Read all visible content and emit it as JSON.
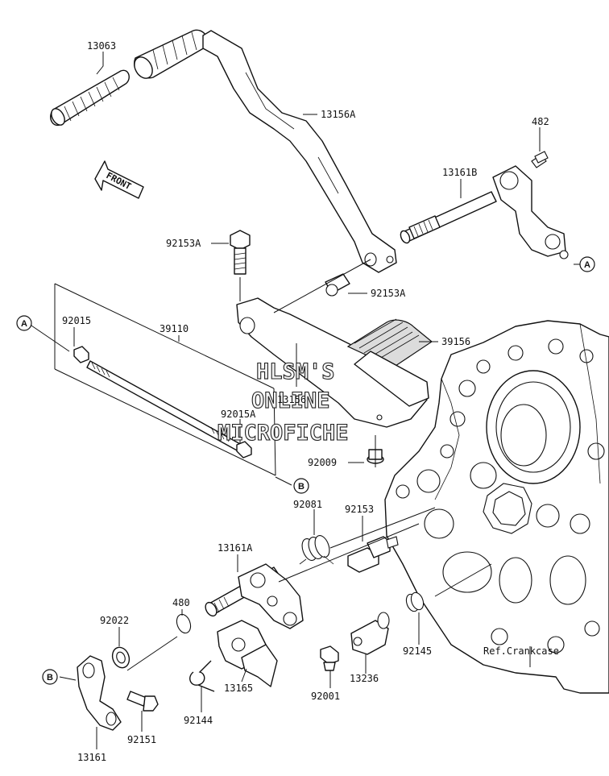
{
  "diagram": {
    "labels": {
      "p13063": "13063",
      "p13156A": "13156A",
      "p482": "482",
      "p13161B": "13161B",
      "p92153A_top": "92153A",
      "p92153A_mid": "92153A",
      "p92015": "92015",
      "p39110": "39110",
      "p39156": "39156",
      "p13156": "13156",
      "p92015A": "92015A",
      "p92009": "92009",
      "p92081": "92081",
      "p92153": "92153",
      "p13161A": "13161A",
      "p480": "480",
      "p92022": "92022",
      "p13165": "13165",
      "p92001": "92001",
      "p13236": "13236",
      "p92145": "92145",
      "p92144": "92144",
      "p92151": "92151",
      "p13161": "13161",
      "ref_crankcase": "Ref.Crankcase"
    },
    "markers": {
      "a_left": "A",
      "a_right": "A",
      "b_right": "B",
      "b_left": "B"
    },
    "front_arrow": "FRONT",
    "watermark": [
      "HLSM'S",
      "ONLINE",
      "MICROFICHE"
    ]
  }
}
